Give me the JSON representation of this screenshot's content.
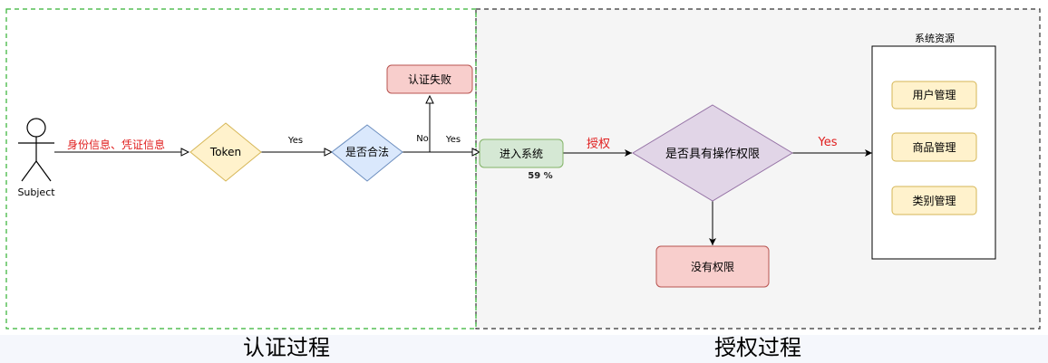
{
  "regions": {
    "auth": {
      "caption": "认证过程"
    },
    "authz": {
      "caption": "授权过程"
    }
  },
  "actor": {
    "label": "Subject"
  },
  "nodes": {
    "token": "Token",
    "is_valid": "是否合法",
    "auth_fail": "认证失败",
    "enter_system": "进入系统",
    "has_permission": "是否具有操作权限",
    "no_permission": "没有权限"
  },
  "edges": {
    "credentials": "身份信息、凭证信息",
    "token_yes": "Yes",
    "valid_no": "No",
    "valid_yes": "Yes",
    "authorize": "授权",
    "perm_yes": "Yes"
  },
  "overlay": {
    "percent": "59 %"
  },
  "resources": {
    "title": "系统资源",
    "items": [
      "用户管理",
      "商品管理",
      "类别管理"
    ]
  },
  "colors": {
    "auth_border": "#33b233",
    "authz_border": "#333333",
    "authz_fill": "#f5f5f5",
    "edge_red": "#e01e1e",
    "token_fill": "#fff2cc",
    "token_stroke": "#d6b656",
    "valid_fill": "#dae8fc",
    "valid_stroke": "#6c8ebf",
    "fail_fill": "#f8cecc",
    "fail_stroke": "#b85450",
    "enter_fill": "#d5e8d4",
    "enter_stroke": "#82b366",
    "perm_fill": "#e1d5e7",
    "perm_stroke": "#9673a6"
  }
}
